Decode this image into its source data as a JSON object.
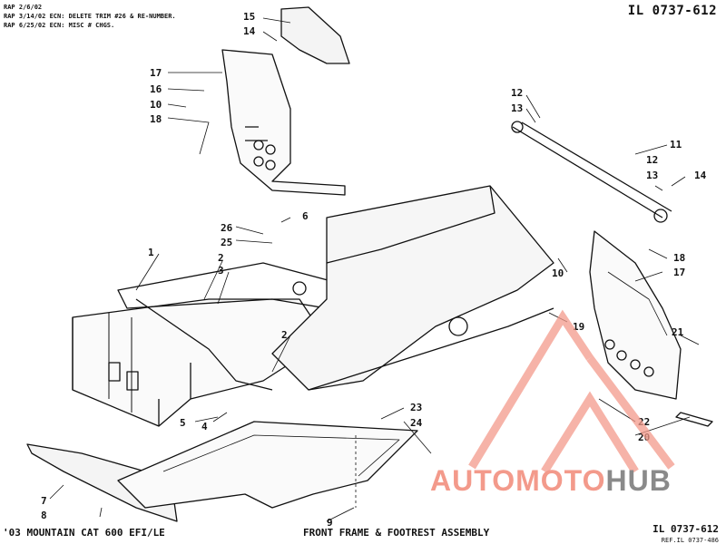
{
  "header": {
    "notes": [
      "RAP 2/6/02",
      "RAP 3/14/02 ECN: DELETE TRIM #26 & RE-NUMBER.",
      "RAP 6/25/02 ECN: MISC # CHGS."
    ],
    "drawing_id": "IL 0737-612"
  },
  "footer": {
    "model": "'03 MOUNTAIN CAT 600 EFI/LE",
    "title": "FRONT FRAME & FOOTREST ASSEMBLY",
    "drawing_id": "IL 0737-612",
    "ref": "REF.IL 0737-486"
  },
  "callouts": {
    "c1": "1",
    "c2a": "2",
    "c2b": "2",
    "c3": "3",
    "c4": "4",
    "c5": "5",
    "c6": "6",
    "c7": "7",
    "c8": "8",
    "c9": "9",
    "c10a": "10",
    "c10b": "10",
    "c11": "11",
    "c12a": "12",
    "c12b": "12",
    "c13a": "13",
    "c13b": "13",
    "c14a": "14",
    "c14b": "14",
    "c15": "15",
    "c16": "16",
    "c17a": "17",
    "c17b": "17",
    "c18a": "18",
    "c18b": "18",
    "c19": "19",
    "c20": "20",
    "c21": "21",
    "c22": "22",
    "c23": "23",
    "c24": "24",
    "c25": "25",
    "c26": "26"
  },
  "watermark": {
    "part1": "AUTOMOTO",
    "part2": "HUB",
    "accent_color": "#f39a8b",
    "gray_color": "#8a8a8a"
  }
}
